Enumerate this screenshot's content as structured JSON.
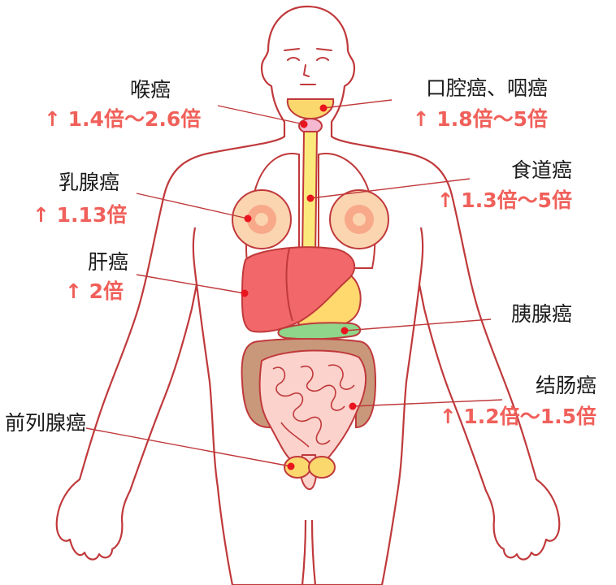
{
  "labels": {
    "throat": {
      "name": "喉癌",
      "risk": "↑ 1.4倍〜2.6倍"
    },
    "oral": {
      "name": "口腔癌、咽癌",
      "risk": "↑ 1.8倍〜5倍"
    },
    "breast": {
      "name": "乳腺癌",
      "risk": "↑ 1.13倍"
    },
    "esophagus": {
      "name": "食道癌",
      "risk": "↑ 1.3倍〜5倍"
    },
    "liver": {
      "name": "肝癌",
      "risk": "↑ 2倍"
    },
    "pancreas": {
      "name": "胰腺癌"
    },
    "colorectal": {
      "name": "结肠癌",
      "risk": "↑ 1.2倍〜1.5倍"
    },
    "prostate": {
      "name": "前列腺癌"
    }
  },
  "colors": {
    "outline": "#c0393b",
    "risk_text": "#f0605a",
    "marker": "#e8141e",
    "liver": "#f2686a",
    "stomach": "#ffd86e",
    "esophagus": "#fbe97c",
    "pancreas": "#8fd68a",
    "intestine_small": "#fbd2cc",
    "intestine_large": "#c9987b",
    "breast": "#fbd4b0",
    "lung": "#ffffff"
  }
}
